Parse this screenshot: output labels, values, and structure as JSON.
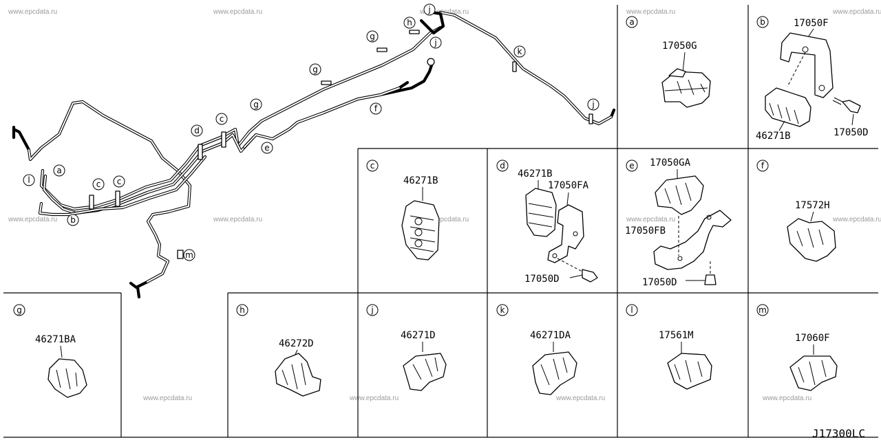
{
  "diagram": {
    "code": "J17300LC",
    "watermark": "www.epcdata.ru",
    "panels": [
      {
        "letter": "a",
        "parts": [
          "17050G"
        ]
      },
      {
        "letter": "b",
        "parts": [
          "17050F",
          "46271B",
          "17050D"
        ]
      },
      {
        "letter": "c",
        "parts": [
          "46271B"
        ]
      },
      {
        "letter": "d",
        "parts": [
          "46271B",
          "17050FA",
          "17050D"
        ]
      },
      {
        "letter": "e",
        "parts": [
          "17050GA",
          "17050FB",
          "17050D"
        ]
      },
      {
        "letter": "f",
        "parts": [
          "17572H"
        ]
      },
      {
        "letter": "g",
        "parts": [
          "46271BA"
        ]
      },
      {
        "letter": "h",
        "parts": [
          "46272D"
        ]
      },
      {
        "letter": "j",
        "parts": [
          "46271D"
        ]
      },
      {
        "letter": "k",
        "parts": [
          "46271DA"
        ]
      },
      {
        "letter": "l",
        "parts": [
          "17561M"
        ]
      },
      {
        "letter": "m",
        "parts": [
          "17060F"
        ]
      }
    ],
    "callouts": [
      "l",
      "a",
      "c",
      "c",
      "b",
      "d",
      "c",
      "g",
      "e",
      "g",
      "f",
      "g",
      "h",
      "j",
      "j",
      "k",
      "j",
      "m"
    ]
  }
}
